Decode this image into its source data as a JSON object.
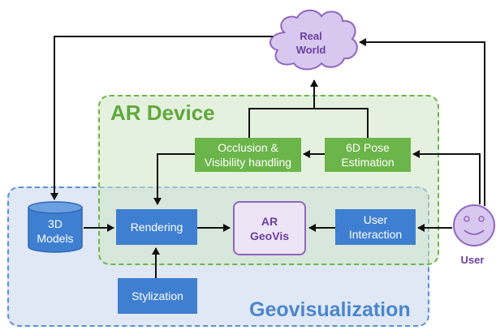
{
  "regions": {
    "ar_device": "AR Device",
    "geovisualization": "Geovisualization"
  },
  "nodes": {
    "real_world": "Real\nWorld",
    "occlusion": "Occlusion &\nVisibility handling",
    "pose": "6D Pose\nEstimation",
    "models": "3D\nModels",
    "rendering": "Rendering",
    "ar_geovis": "AR\nGeoVis",
    "user_interaction": "User\nInteraction",
    "stylization": "Stylization",
    "user": "User"
  },
  "colors": {
    "blue_box": "#3f7fd1",
    "green_box": "#6cb54a",
    "purple": "#9066bf",
    "ar_region": "#6fb44c",
    "geo_region": "#5b8fd4"
  }
}
